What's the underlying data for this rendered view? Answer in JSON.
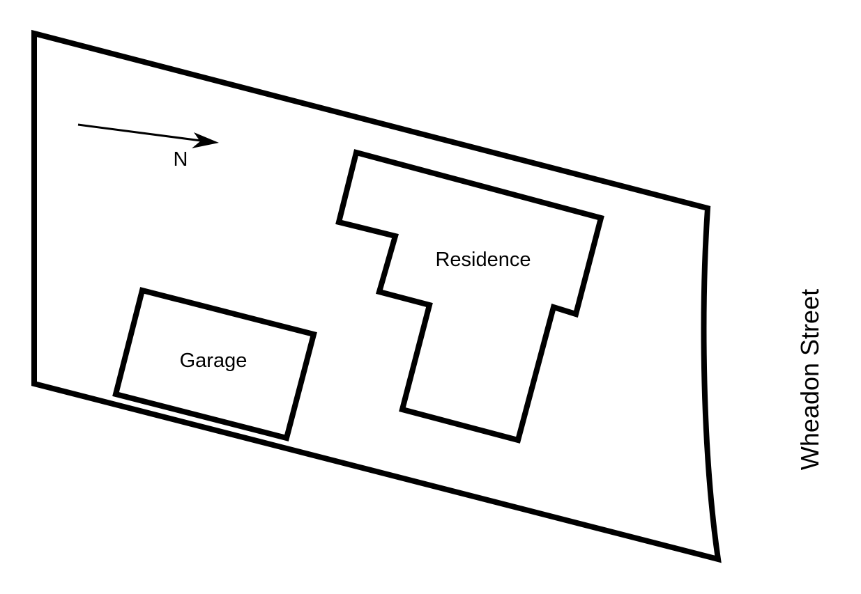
{
  "diagram": {
    "north_label": "N",
    "buildings": {
      "residence": "Residence",
      "garage": "Garage"
    },
    "street": "Wheadon Street"
  },
  "colors": {
    "line": "#000000",
    "background": "#ffffff"
  },
  "icons": {
    "north_arrow": "north-arrow-icon"
  }
}
